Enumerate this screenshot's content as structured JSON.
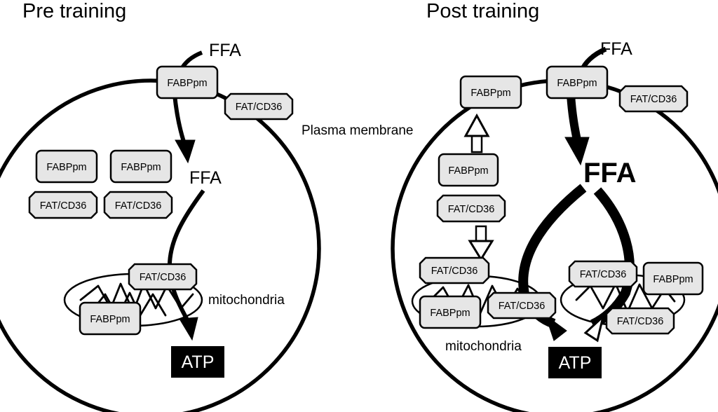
{
  "pre": {
    "title": "Pre training",
    "ffa_outside": "FFA",
    "ffa_inside": "FFA",
    "membrane_label": "Plasma membrane",
    "mito_label": "mitochondria",
    "atp": "ATP",
    "fabppm": "FABPpm",
    "fatcd36": "FAT/CD36"
  },
  "post": {
    "title": "Post training",
    "ffa_outside": "FFA",
    "ffa_inside": "FFA",
    "mito_label": "mitochondria",
    "atp": "ATP",
    "fabppm": "FABPpm",
    "fatcd36": "FAT/CD36"
  }
}
